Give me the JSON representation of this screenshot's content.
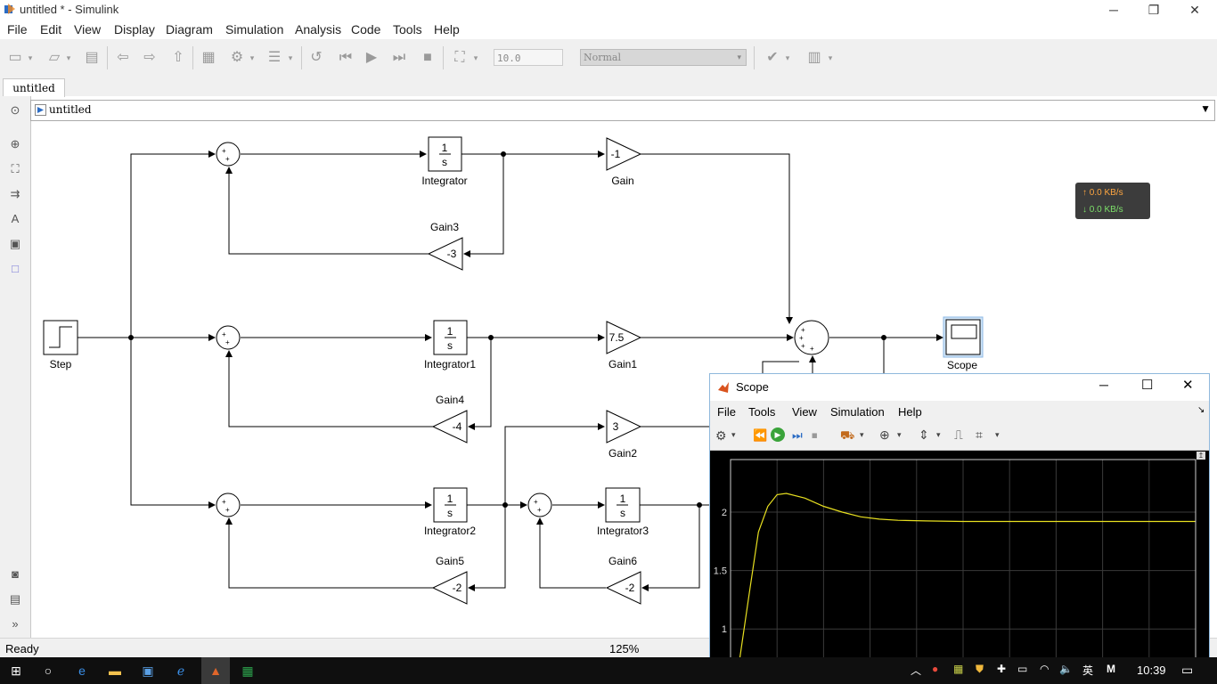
{
  "window": {
    "title": "untitled * - Simulink",
    "minimize": "─",
    "restore": "❐",
    "close": "✕"
  },
  "menu": [
    "File",
    "Edit",
    "View",
    "Display",
    "Diagram",
    "Simulation",
    "Analysis",
    "Code",
    "Tools",
    "Help"
  ],
  "toolbar": {
    "stop_time": "10.0",
    "sim_mode": "Normal"
  },
  "tab": {
    "label": "untitled"
  },
  "address": {
    "path": "untitled"
  },
  "blocks": {
    "step": "Step",
    "integrator": "Integrator",
    "integrator1": "Integrator1",
    "integrator2": "Integrator2",
    "integrator3": "Integrator3",
    "integrator_num": "1",
    "integrator_den": "s",
    "gain": "Gain",
    "gain1": "Gain1",
    "gain2": "Gain2",
    "gain3": "Gain3",
    "gain4": "Gain4",
    "gain5": "Gain5",
    "gain6": "Gain6",
    "gain_val": "-1",
    "gain1_val": "7.5",
    "gain2_val": "3",
    "gain3_val": "-3",
    "gain4_val": "-4",
    "gain5_val": "-2",
    "gain6_val": "-2",
    "scope": "Scope"
  },
  "status": {
    "left": "Ready",
    "zoom": "125%"
  },
  "net_monitor": {
    "up": "↑ 0.0 KB/s",
    "down": "↓ 0.0 KB/s",
    "up_color": "#ffa640",
    "down_color": "#7de06a"
  },
  "scope_window": {
    "title": "Scope",
    "menu": [
      "File",
      "Tools",
      "View",
      "Simulation",
      "Help"
    ],
    "ytick_labels": [
      "2",
      "1.5",
      "1"
    ]
  },
  "chart_data": {
    "type": "line",
    "title": "",
    "xlabel": "",
    "ylabel": "",
    "ylim": [
      0.75,
      2.45
    ],
    "xlim": [
      0,
      10
    ],
    "yticks": [
      1,
      1.5,
      2
    ],
    "grid": true,
    "line_color": "#e8e020",
    "background": "#000000",
    "series": [
      {
        "x": [
          0.2,
          0.4,
          0.6,
          0.8,
          1.0,
          1.2,
          1.6,
          2.0,
          2.4,
          2.8,
          3.2,
          3.6,
          4.2,
          5.0,
          6.0,
          8.0,
          10.0
        ],
        "y": [
          0.75,
          1.3,
          1.83,
          2.05,
          2.15,
          2.16,
          2.12,
          2.05,
          2.0,
          1.96,
          1.94,
          1.93,
          1.925,
          1.92,
          1.92,
          1.92,
          1.92
        ]
      }
    ]
  },
  "taskbar": {
    "time": "10:39",
    "ime": "英"
  }
}
